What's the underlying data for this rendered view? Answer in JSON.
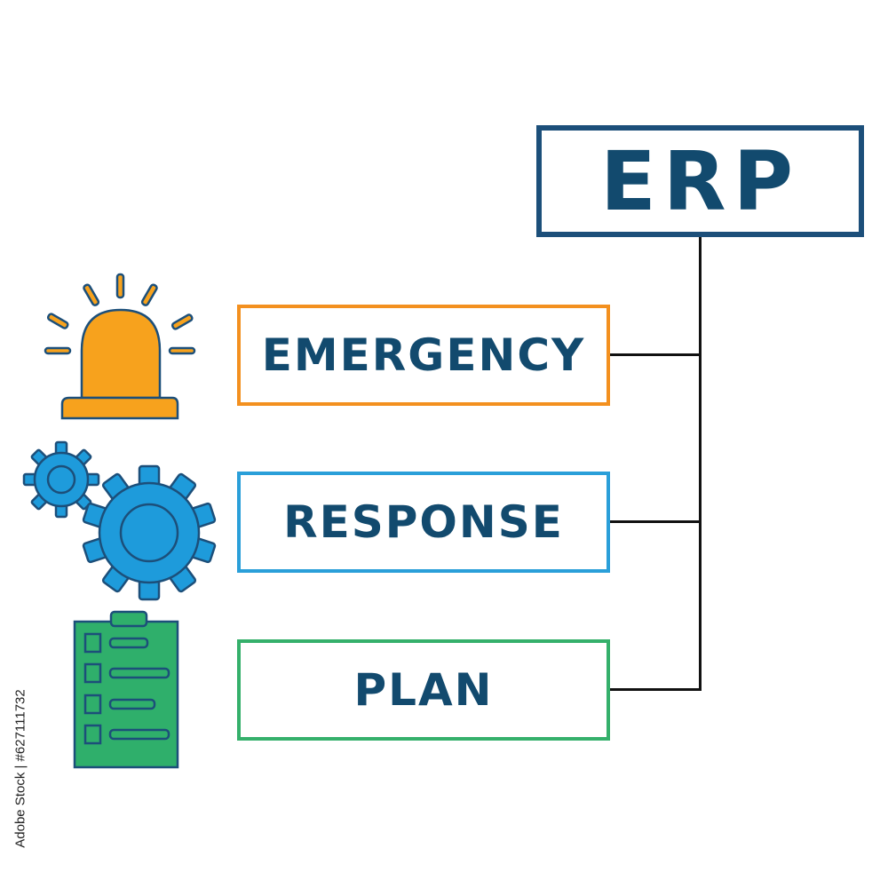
{
  "diagram": {
    "root": {
      "label": "ERP",
      "border_color": "#1c4f7a"
    },
    "items": [
      {
        "label": "EMERGENCY",
        "border_color": "#f3901f",
        "icon": "siren-icon"
      },
      {
        "label": "RESPONSE",
        "border_color": "#2a9fd9",
        "icon": "gears-icon"
      },
      {
        "label": "PLAN",
        "border_color": "#35b06b",
        "icon": "clipboard-checklist-icon"
      }
    ],
    "text_color": "#124a6e",
    "connector_color": "#111111"
  },
  "watermark": {
    "side_text": "Adobe Stock | #627111732"
  }
}
